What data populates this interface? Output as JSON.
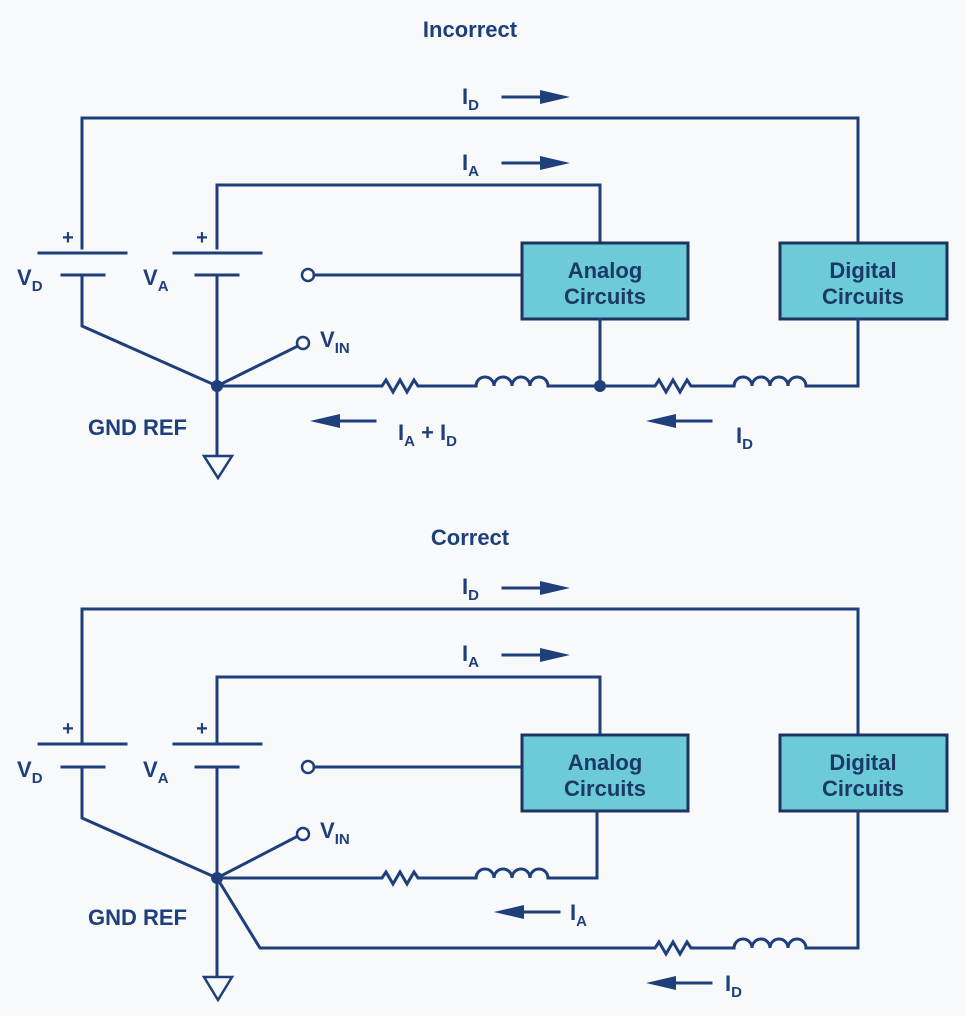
{
  "diagrams": [
    {
      "title": "Incorrect",
      "supply_digital": {
        "symbol": "V",
        "subscript": "D",
        "polarity": "+"
      },
      "supply_analog": {
        "symbol": "V",
        "subscript": "A",
        "polarity": "+"
      },
      "input": {
        "symbol": "V",
        "subscript": "IN"
      },
      "ground_label": "GND REF",
      "blocks": {
        "analog": {
          "line1": "Analog",
          "line2": "Circuits"
        },
        "digital": {
          "line1": "Digital",
          "line2": "Circuits"
        }
      },
      "currents": {
        "top_digital": {
          "symbol": "I",
          "subscript": "D",
          "direction": "right"
        },
        "top_analog": {
          "symbol": "I",
          "subscript": "A",
          "direction": "right"
        },
        "return_shared": {
          "symbol": "I",
          "subscript": "A",
          "plus": " + ",
          "symbol2": "I",
          "subscript2": "D",
          "direction": "left"
        },
        "return_digital": {
          "symbol": "I",
          "subscript": "D",
          "direction": "left"
        }
      }
    },
    {
      "title": "Correct",
      "supply_digital": {
        "symbol": "V",
        "subscript": "D",
        "polarity": "+"
      },
      "supply_analog": {
        "symbol": "V",
        "subscript": "A",
        "polarity": "+"
      },
      "input": {
        "symbol": "V",
        "subscript": "IN"
      },
      "ground_label": "GND REF",
      "blocks": {
        "analog": {
          "line1": "Analog",
          "line2": "Circuits"
        },
        "digital": {
          "line1": "Digital",
          "line2": "Circuits"
        }
      },
      "currents": {
        "top_digital": {
          "symbol": "I",
          "subscript": "D",
          "direction": "right"
        },
        "top_analog": {
          "symbol": "I",
          "subscript": "A",
          "direction": "right"
        },
        "return_analog": {
          "symbol": "I",
          "subscript": "A",
          "direction": "left"
        },
        "return_digital": {
          "symbol": "I",
          "subscript": "D",
          "direction": "left"
        }
      }
    }
  ]
}
